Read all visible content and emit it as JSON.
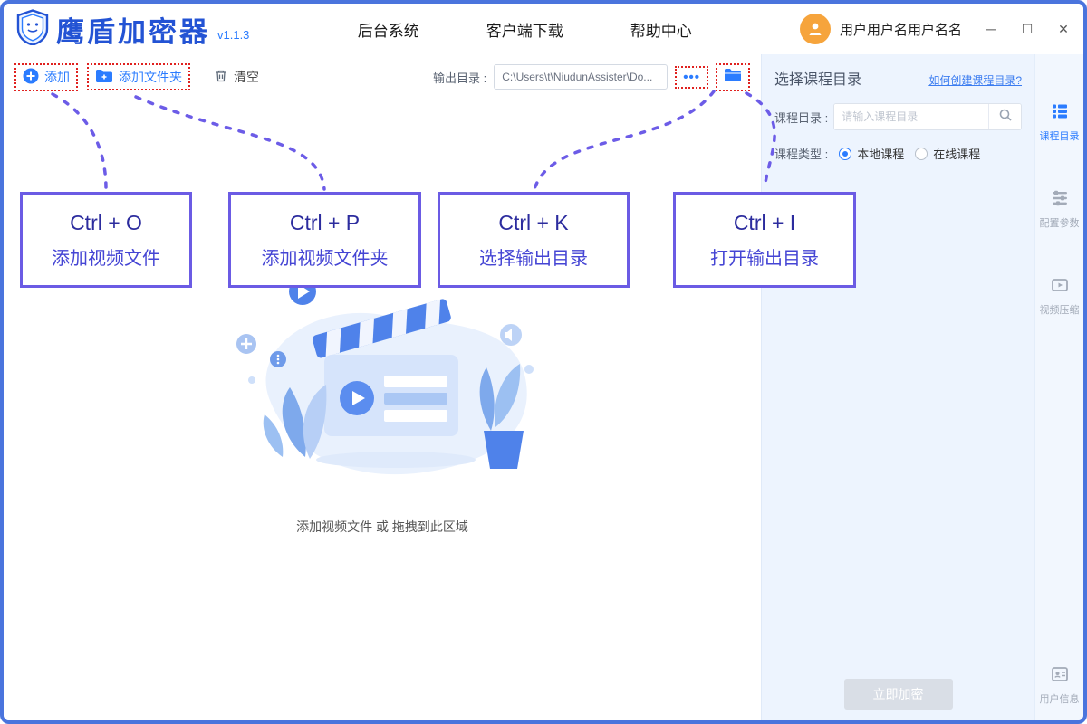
{
  "window": {
    "title": "鹰盾加密器",
    "version": "v1.1.3",
    "controls": {
      "minimize": "─",
      "maximize": "☐",
      "close": "✕"
    }
  },
  "header": {
    "nav": [
      {
        "label": "后台系统"
      },
      {
        "label": "客户端下载"
      },
      {
        "label": "帮助中心"
      }
    ],
    "user_name": "用户用户名用户名名"
  },
  "toolbar": {
    "add_label": "添加",
    "add_folder_label": "添加文件夹",
    "clear_label": "清空",
    "output_label": "输出目录 :",
    "output_path": "C:\\Users\\t\\NiudunAssister\\Do...",
    "more_dots": "•••"
  },
  "main": {
    "drop_hint": "添加视频文件 或 拖拽到此区域"
  },
  "annotations": [
    {
      "shortcut": "Ctrl + O",
      "description": "添加视频文件"
    },
    {
      "shortcut": "Ctrl + P",
      "description": "添加视频文件夹"
    },
    {
      "shortcut": "Ctrl + K",
      "description": "选择输出目录"
    },
    {
      "shortcut": "Ctrl + I",
      "description": "打开输出目录"
    }
  ],
  "right_panel": {
    "title": "选择课程目录",
    "help_link": "如何创建课程目录?",
    "course_dir_label": "课程目录 :",
    "course_dir_placeholder": "请输入课程目录",
    "course_type_label": "课程类型 :",
    "course_types": [
      {
        "label": "本地课程",
        "selected": true
      },
      {
        "label": "在线课程",
        "selected": false
      }
    ],
    "encrypt_button": "立即加密"
  },
  "rail": {
    "items": [
      {
        "label": "课程目录",
        "active": true
      },
      {
        "label": "配置参数",
        "active": false
      },
      {
        "label": "视频压缩",
        "active": false
      },
      {
        "label": "用户信息",
        "active": false
      }
    ]
  },
  "colors": {
    "accent_blue": "#2b7cff",
    "brand_blue": "#2353d4",
    "annotation_purple": "#6b5be4",
    "highlight_red": "#e0211f",
    "panel_bg": "#edf4fe"
  }
}
